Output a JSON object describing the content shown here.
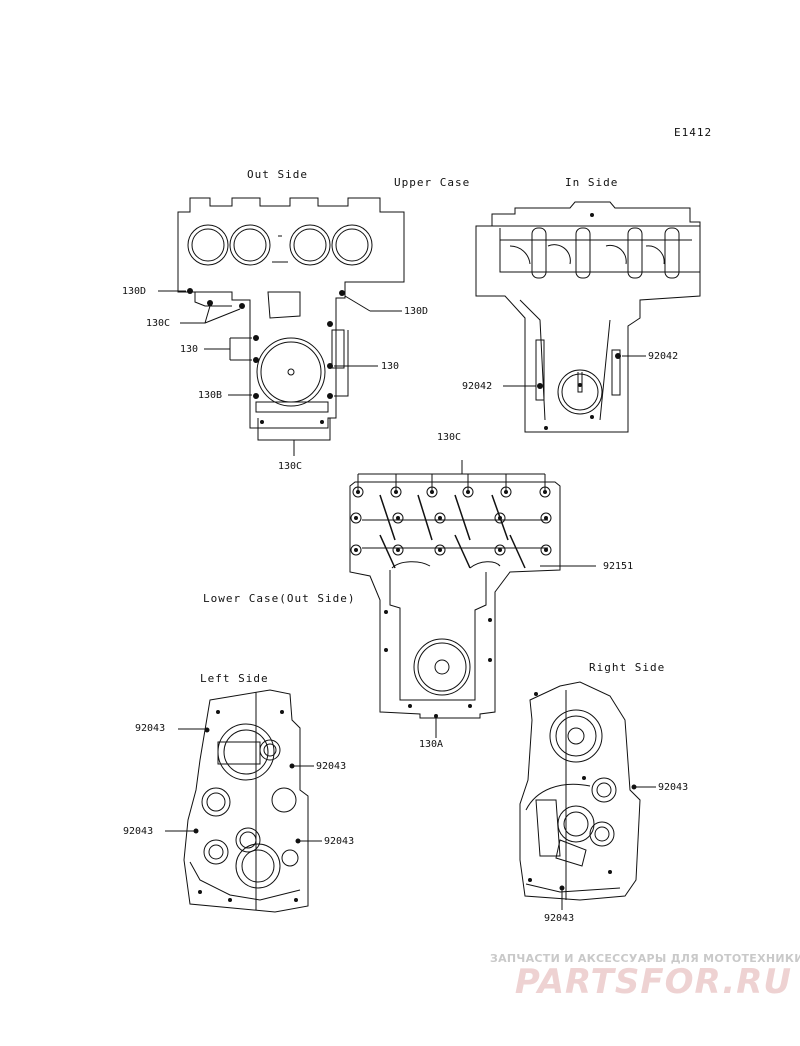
{
  "diagram_code": "E1412",
  "views": {
    "upper_out": "Out Side",
    "upper_title": "Upper Case",
    "upper_in": "In Side",
    "lower_out": "Lower Case(Out Side)",
    "left_side": "Left Side",
    "right_side": "Right Side"
  },
  "callouts": {
    "c1": "130D",
    "c2": "130C",
    "c3": "130",
    "c4": "130B",
    "c5": "130",
    "c6": "130D",
    "c7": "130C",
    "c8": "92042",
    "c9": "92042",
    "c10": "130C",
    "c11": "92151",
    "c12": "130A",
    "c13": "92043",
    "c14": "92043",
    "c15": "92043",
    "c16": "92043",
    "c17": "92043",
    "c18": "92043"
  },
  "watermark": {
    "subtitle": "ЗАПЧАСТИ И АКСЕССУАРЫ ДЛЯ МОТОТЕХНИКИ",
    "logo": "PARTSFOR.RU"
  }
}
